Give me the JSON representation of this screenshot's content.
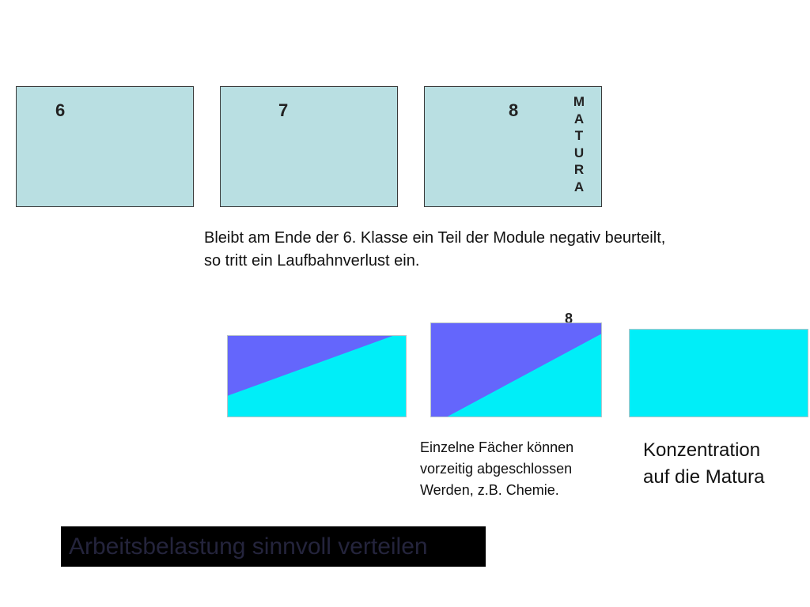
{
  "top_boxes": [
    {
      "label": "6"
    },
    {
      "label": "7"
    },
    {
      "label": "8"
    }
  ],
  "matura_letters": [
    "M",
    "A",
    "T",
    "U",
    "R",
    "A"
  ],
  "paragraph": {
    "line1": "Bleibt am Ende der 6. Klasse ein Teil der Module negativ beurteilt,",
    "line2": "so tritt ein Laufbahnverlust ein."
  },
  "partial_label": "8",
  "notes": {
    "small": {
      "line1": "Einzelne Fächer können",
      "line2": "vorzeitig abgeschlossen",
      "line3": "Werden, z.B. Chemie."
    },
    "big": {
      "line1": "Konzentration",
      "line2": "auf die Matura"
    }
  },
  "banner": {
    "text": "Arbeitsbelastung sinnvoll verteilen"
  },
  "colors": {
    "box_fill": "#b9dfe2",
    "workload_blue": "#6466fc",
    "workload_cyan": "#00eef8",
    "banner_bg": "#000000"
  }
}
